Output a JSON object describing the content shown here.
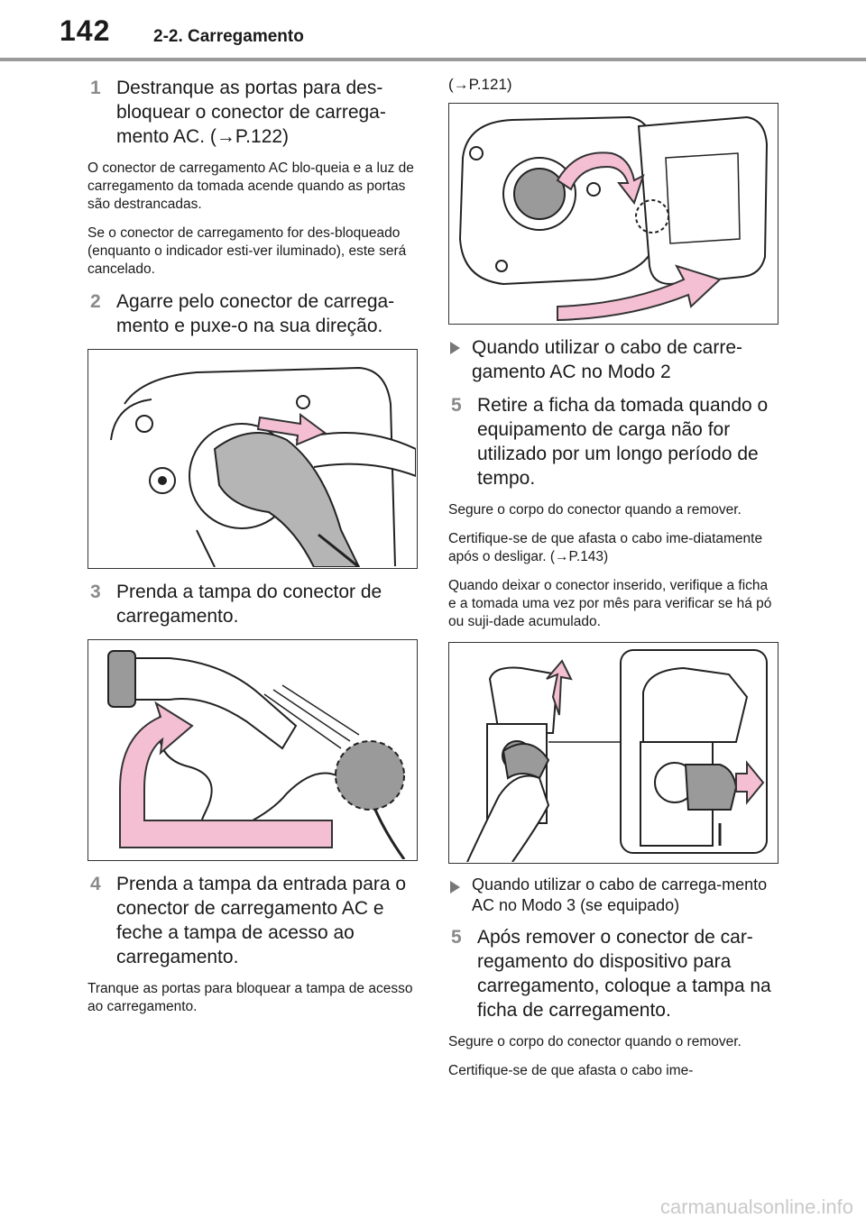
{
  "header": {
    "page_number": "142",
    "section": "2-2. Carregamento"
  },
  "left": {
    "step1": {
      "num": "1",
      "text": "Destranque as portas para des-bloquear o conector de carrega-mento AC. (→P.122)"
    },
    "note1a": "O conector de carregamento AC blo-queia e a luz de carregamento da tomada acende quando as portas são destrancadas.",
    "note1b": "Se o conector de carregamento for des-bloqueado (enquanto o indicador esti-ver iluminado), este será cancelado.",
    "step2": {
      "num": "2",
      "text": "Agarre pelo conector de carrega-mento e puxe-o na sua direção."
    },
    "step3": {
      "num": "3",
      "text": "Prenda a tampa do conector de carregamento."
    },
    "step4": {
      "num": "4",
      "text": "Prenda a tampa da entrada para o conector de carregamento AC e feche a tampa de acesso ao carregamento."
    },
    "note4": "Tranque as portas para bloquear a tampa de acesso ao carregamento."
  },
  "right": {
    "ref_top": "(→P.121)",
    "bullet_mode2": "Quando utilizar o cabo de carre-gamento AC no Modo 2",
    "step5a": {
      "num": "5",
      "text": "Retire a ficha da tomada quando o equipamento de carga não for utilizado por um longo período de tempo."
    },
    "note5a_1": "Segure o corpo do conector quando a remover.",
    "note5a_2": "Certifique-se de que afasta o cabo ime-diatamente após o desligar. (→P.143)",
    "note5a_3": "Quando deixar o conector inserido, verifique a ficha e a tomada uma vez por mês para verificar se há pó ou suji-dade acumulado.",
    "bullet_mode3": "Quando utilizar o cabo de carrega-mento AC no Modo 3 (se equipado)",
    "step5b": {
      "num": "5",
      "text": "Após remover o conector de car-regamento do dispositivo para carregamento, coloque a tampa na ficha de carregamento."
    },
    "note5b_1": "Segure o corpo do conector quando o remover.",
    "note5b_2": "Certifique-se de que afasta o cabo ime-"
  },
  "watermark": "carmanualsonline.info",
  "colors": {
    "arrow_pink": "#f4bfd2",
    "arrow_stroke": "#333333",
    "cap_gray": "#9a9a9a",
    "header_rule": "#9a9a9a"
  }
}
